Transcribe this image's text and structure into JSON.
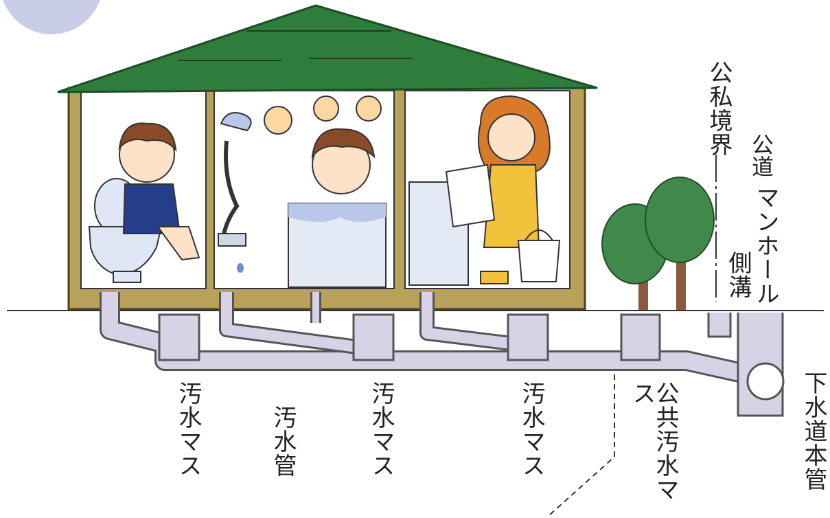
{
  "labels": {
    "boundary": "公私境界",
    "public_road": "公道",
    "manhole": "マンホール",
    "side_ditch": "側溝",
    "sewage_basin_1": "汚水マス",
    "sewage_pipe": "汚水管",
    "sewage_basin_2": "汚水マス",
    "sewage_basin_3": "汚水マス",
    "public_sewage_basin": "公共汚水マス",
    "main_sewer": "下水道本管"
  },
  "colors": {
    "roof": "#2f7d3c",
    "wall": "#b8a25a",
    "pipe": "#d8d2e6",
    "pipe_outline": "#555555",
    "tree": "#3f8a4a",
    "trunk": "#8a5a3a",
    "ground_line": "#333333",
    "corner_circle": "#c9cce6"
  },
  "icons": [
    "toilet-icon",
    "shower-icon",
    "bathtub-icon",
    "washing-machine-icon",
    "laundry-basket-icon",
    "tree-icon",
    "manhole-icon"
  ]
}
